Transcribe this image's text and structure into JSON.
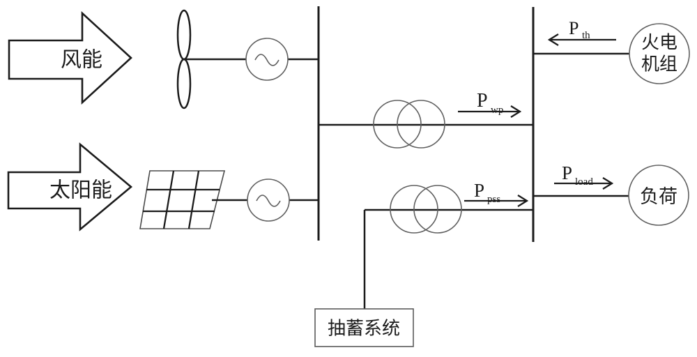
{
  "diagram": {
    "sources": {
      "wind": {
        "label": "风能"
      },
      "solar": {
        "label": "太阳能"
      }
    },
    "nodes": {
      "thermal": {
        "label_line1": "火电",
        "label_line2": "机组"
      },
      "load": {
        "label": "负荷"
      },
      "storage": {
        "label": "抽蓄系统"
      }
    },
    "flows": {
      "wp": {
        "main": "P",
        "sub": "wp"
      },
      "pss": {
        "main": "P",
        "sub": "pss"
      },
      "th": {
        "main": "P",
        "sub": "th"
      },
      "load": {
        "main": "P",
        "sub": "load"
      }
    },
    "colors": {
      "line": "#1b1b1b",
      "shape_outline": "#5f5f5f",
      "background": "#ffffff"
    }
  }
}
